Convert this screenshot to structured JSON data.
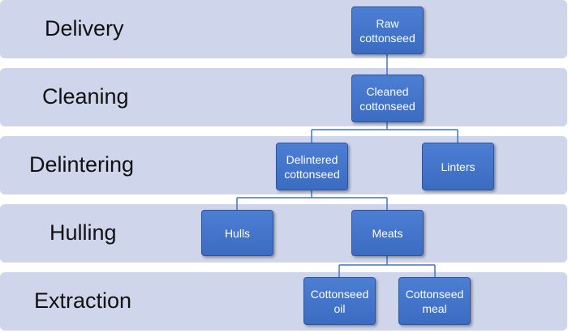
{
  "stages": [
    {
      "label": "Delivery"
    },
    {
      "label": "Cleaning"
    },
    {
      "label": "Delintering"
    },
    {
      "label": "Hulling"
    },
    {
      "label": "Extraction"
    }
  ],
  "nodes": {
    "raw": {
      "line1": "Raw",
      "line2": "cottonseed"
    },
    "cleaned": {
      "line1": "Cleaned",
      "line2": "cottonseed"
    },
    "delintered": {
      "line1": "Delintered",
      "line2": "cottonseed"
    },
    "linters": {
      "line1": "Linters"
    },
    "hulls": {
      "line1": "Hulls"
    },
    "meats": {
      "line1": "Meats"
    },
    "oil": {
      "line1": "Cottonseed",
      "line2": "oil"
    },
    "meal": {
      "line1": "Cottonseed",
      "line2": "meal"
    }
  },
  "colors": {
    "band": "#cfd5ea",
    "node": "#4472c4",
    "connector": "#4472c4"
  }
}
